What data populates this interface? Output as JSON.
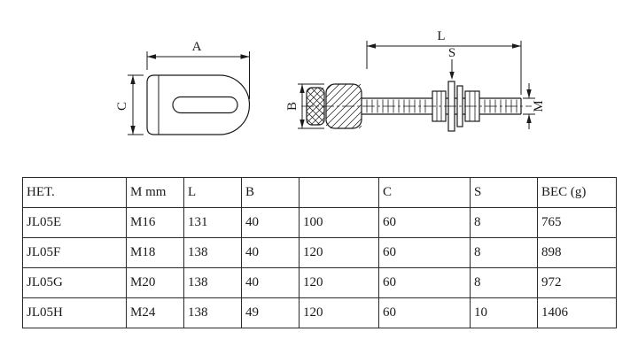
{
  "drawing": {
    "dim_labels": {
      "A": "A",
      "B": "B",
      "C": "C",
      "L": "L",
      "S": "S",
      "M": "M"
    }
  },
  "table": {
    "headers": [
      "HET.",
      "M mm",
      "L",
      "B",
      "",
      "C",
      "S",
      "BEC (g)"
    ],
    "rows": [
      [
        "JL05E",
        "M16",
        "131",
        "40",
        "100",
        "60",
        "8",
        "765"
      ],
      [
        "JL05F",
        "M18",
        "138",
        "40",
        "120",
        "60",
        "8",
        "898"
      ],
      [
        "JL05G",
        "M20",
        "138",
        "40",
        "120",
        "60",
        "8",
        "972"
      ],
      [
        "JL05H",
        "M24",
        "138",
        "49",
        "120",
        "60",
        "10",
        "1406"
      ]
    ]
  },
  "colors": {
    "line": "#1a1a1a",
    "background": "#ffffff"
  }
}
